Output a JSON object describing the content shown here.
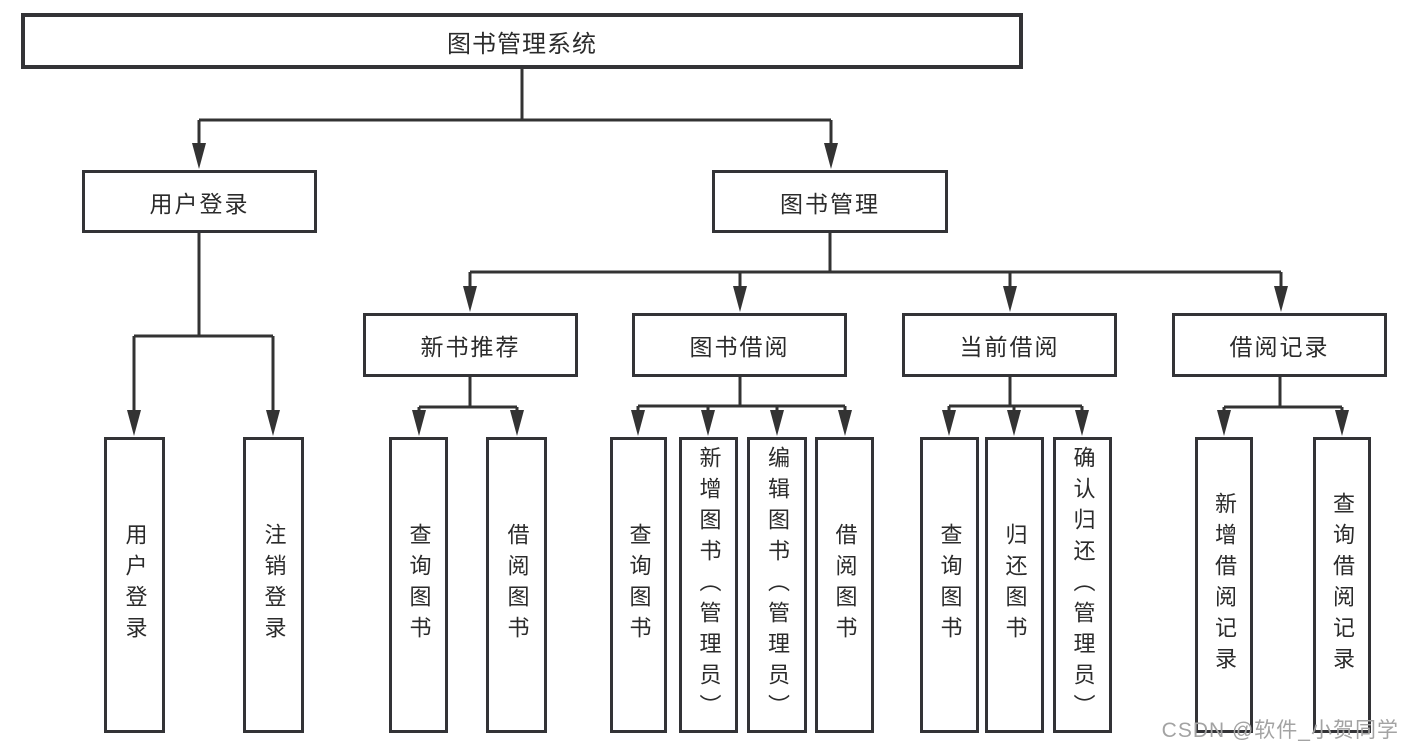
{
  "diagram": {
    "type": "hierarchy-tree",
    "root": {
      "label": "图书管理系统"
    },
    "branches": {
      "user_login": {
        "label": "用户登录",
        "children": {
          "login": "用户登录",
          "logout": "注销登录"
        }
      },
      "book_mgmt": {
        "label": "图书管理",
        "children": {
          "new_book": {
            "label": "新书推荐",
            "children": {
              "query": "查询图书",
              "borrow": "借阅图书"
            }
          },
          "book_borrow": {
            "label": "图书借阅",
            "children": {
              "query": "查询图书",
              "add": "新增图书（管理员）",
              "edit": "编辑图书（管理员）",
              "borrow": "借阅图书"
            }
          },
          "current_borrow": {
            "label": "当前借阅",
            "children": {
              "query": "查询图书",
              "return": "归还图书",
              "confirm": "确认归还（管理员）"
            }
          },
          "borrow_records": {
            "label": "借阅记录",
            "children": {
              "add": "新增借阅记录",
              "query": "查询借阅记录"
            }
          }
        }
      }
    }
  },
  "watermark": {
    "text": "CSDN @软件_小贺同学"
  },
  "colors": {
    "background": "#ffffff",
    "box_border": "#333336",
    "line": "#333333",
    "text": "#2b2b2b",
    "watermark": "#a3a3a3"
  }
}
